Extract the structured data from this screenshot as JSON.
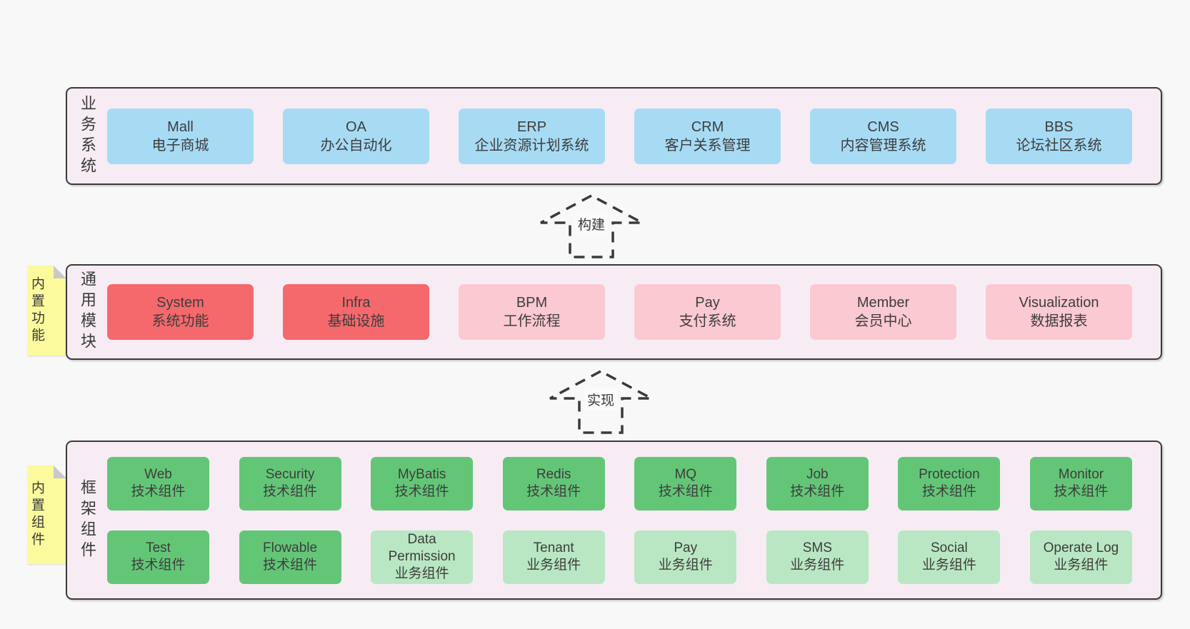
{
  "colors": {
    "page_bg": "#f8f8f8",
    "layer_bg": "#f7ecf4",
    "line": "#3a3a3a",
    "text": "#3d3d3d",
    "blue": "#a7dbf4",
    "red": "#f5696c",
    "pink": "#fbc9d2",
    "green": "#63c677",
    "green_light": "#b9e7c3",
    "yellow": "#fbfb9d",
    "fold": "#c9c9c9"
  },
  "layers": [
    {
      "id": "business",
      "label": "业务系统",
      "sticky": null,
      "rows": [
        [
          {
            "title": "Mall",
            "subtitle": "电子商城",
            "variant": "blue"
          },
          {
            "title": "OA",
            "subtitle": "办公自动化",
            "variant": "blue"
          },
          {
            "title": "ERP",
            "subtitle": "企业资源计划系统",
            "variant": "blue"
          },
          {
            "title": "CRM",
            "subtitle": "客户关系管理",
            "variant": "blue"
          },
          {
            "title": "CMS",
            "subtitle": "内容管理系统",
            "variant": "blue"
          },
          {
            "title": "BBS",
            "subtitle": "论坛社区系统",
            "variant": "blue"
          }
        ]
      ]
    },
    {
      "id": "modules",
      "label": "通用模块",
      "sticky": "内置功能",
      "rows": [
        [
          {
            "title": "System",
            "subtitle": "系统功能",
            "variant": "red"
          },
          {
            "title": "Infra",
            "subtitle": "基础设施",
            "variant": "red"
          },
          {
            "title": "BPM",
            "subtitle": "工作流程",
            "variant": "pink"
          },
          {
            "title": "Pay",
            "subtitle": "支付系统",
            "variant": "pink"
          },
          {
            "title": "Member",
            "subtitle": "会员中心",
            "variant": "pink"
          },
          {
            "title": "Visualization",
            "subtitle": "数据报表",
            "variant": "pink"
          }
        ]
      ]
    },
    {
      "id": "components",
      "label": "框架组件",
      "sticky": "内置组件",
      "rows": [
        [
          {
            "title": "Web",
            "subtitle": "技术组件",
            "variant": "green"
          },
          {
            "title": "Security",
            "subtitle": "技术组件",
            "variant": "green"
          },
          {
            "title": "MyBatis",
            "subtitle": "技术组件",
            "variant": "green"
          },
          {
            "title": "Redis",
            "subtitle": "技术组件",
            "variant": "green"
          },
          {
            "title": "MQ",
            "subtitle": "技术组件",
            "variant": "green"
          },
          {
            "title": "Job",
            "subtitle": "技术组件",
            "variant": "green"
          },
          {
            "title": "Protection",
            "subtitle": "技术组件",
            "variant": "green"
          },
          {
            "title": "Monitor",
            "subtitle": "技术组件",
            "variant": "green"
          }
        ],
        [
          {
            "title": "Test",
            "subtitle": "技术组件",
            "variant": "green"
          },
          {
            "title": "Flowable",
            "subtitle": "技术组件",
            "variant": "green"
          },
          {
            "title": "Data Permission",
            "subtitle": "业务组件",
            "variant": "green_light"
          },
          {
            "title": "Tenant",
            "subtitle": "业务组件",
            "variant": "green_light"
          },
          {
            "title": "Pay",
            "subtitle": "业务组件",
            "variant": "green_light"
          },
          {
            "title": "SMS",
            "subtitle": "业务组件",
            "variant": "green_light"
          },
          {
            "title": "Social",
            "subtitle": "业务组件",
            "variant": "green_light"
          },
          {
            "title": "Operate Log",
            "subtitle": "业务组件",
            "variant": "green_light"
          }
        ]
      ]
    }
  ],
  "arrows": [
    {
      "label": "构建"
    },
    {
      "label": "实现"
    }
  ]
}
